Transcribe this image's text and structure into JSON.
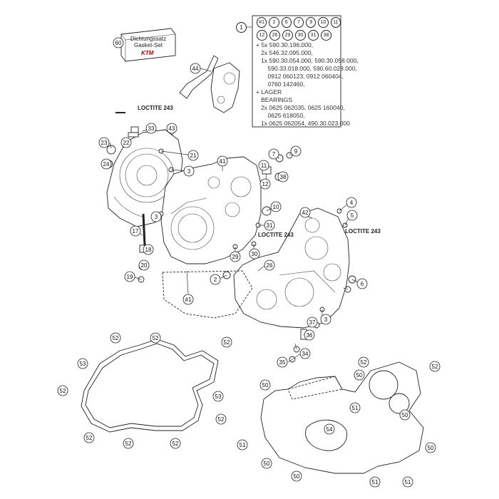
{
  "kit_label_line1": "Dichtungssatz",
  "kit_label_line2": "Gasket-Set",
  "brand": "KTM",
  "loctite_label": "LOCTITE 243",
  "info_box": {
    "header_ref": "1",
    "included_row1": [
      "#1",
      "2",
      "6",
      "7",
      "9",
      "10",
      "11"
    ],
    "included_row2": [
      "12",
      "26",
      "29",
      "30",
      "31",
      "38"
    ],
    "lines": [
      "+ 5x 590.30.196.000,",
      "   2x 546.32.095.000,",
      "   1x 590.30.054.000, 590.30.058.000,",
      "       590.33.018.000, 590.60.028.000,",
      "       0912 060123, 0912 060404,",
      "       0760 142460,",
      "+ LAGER",
      "   BEARINGS",
      "   2x 0625 062035, 0625 160040,",
      "       0625 618050,",
      "   1x 0625 062054, 490.30.023.000"
    ]
  },
  "callouts": [
    {
      "id": "c60",
      "label": "60"
    },
    {
      "id": "c44",
      "label": "44"
    },
    {
      "id": "c33",
      "label": "33"
    },
    {
      "id": "c22",
      "label": "22"
    },
    {
      "id": "c43",
      "label": "43"
    },
    {
      "id": "c23",
      "label": "23"
    },
    {
      "id": "c24",
      "label": "24"
    },
    {
      "id": "c21",
      "label": "21"
    },
    {
      "id": "c3a",
      "label": "3"
    },
    {
      "id": "c41",
      "label": "41"
    },
    {
      "id": "c3b",
      "label": "3"
    },
    {
      "id": "c17",
      "label": "17"
    },
    {
      "id": "c18",
      "label": "18"
    },
    {
      "id": "c20",
      "label": "20"
    },
    {
      "id": "c19",
      "label": "19"
    },
    {
      "id": "c7",
      "label": "7"
    },
    {
      "id": "c9",
      "label": "9"
    },
    {
      "id": "c11",
      "label": "11"
    },
    {
      "id": "c38",
      "label": "38"
    },
    {
      "id": "c12",
      "label": "12"
    },
    {
      "id": "c10",
      "label": "10"
    },
    {
      "id": "c31",
      "label": "31"
    },
    {
      "id": "c30",
      "label": "30"
    },
    {
      "id": "c29",
      "label": "29"
    },
    {
      "id": "c26",
      "label": "26"
    },
    {
      "id": "c2",
      "label": "2"
    },
    {
      "id": "c1",
      "label": "#1"
    },
    {
      "id": "c42",
      "label": "42"
    },
    {
      "id": "c4",
      "label": "4"
    },
    {
      "id": "c5",
      "label": "5"
    },
    {
      "id": "c6",
      "label": "6"
    },
    {
      "id": "c3c",
      "label": "3"
    },
    {
      "id": "c37",
      "label": "37"
    },
    {
      "id": "c36",
      "label": "36"
    },
    {
      "id": "c34",
      "label": "34"
    },
    {
      "id": "c35",
      "label": "35"
    },
    {
      "id": "c52a",
      "label": "52"
    },
    {
      "id": "c52b",
      "label": "52"
    },
    {
      "id": "c52c",
      "label": "52"
    },
    {
      "id": "c53a",
      "label": "53"
    },
    {
      "id": "c52d",
      "label": "52"
    },
    {
      "id": "c53b",
      "label": "53"
    },
    {
      "id": "c52e",
      "label": "52"
    },
    {
      "id": "c52f",
      "label": "52"
    },
    {
      "id": "c52g",
      "label": "52"
    },
    {
      "id": "c52h",
      "label": "52"
    },
    {
      "id": "c50a",
      "label": "50"
    },
    {
      "id": "c50b",
      "label": "50"
    },
    {
      "id": "c52i",
      "label": "52"
    },
    {
      "id": "c52j",
      "label": "52"
    },
    {
      "id": "c51a",
      "label": "51"
    },
    {
      "id": "c50c",
      "label": "50"
    },
    {
      "id": "c54",
      "label": "54"
    },
    {
      "id": "c51b",
      "label": "51"
    },
    {
      "id": "c50d",
      "label": "50"
    },
    {
      "id": "c50e",
      "label": "50"
    },
    {
      "id": "c50f",
      "label": "50"
    },
    {
      "id": "c51c",
      "label": "51"
    },
    {
      "id": "c51d",
      "label": "51"
    }
  ]
}
